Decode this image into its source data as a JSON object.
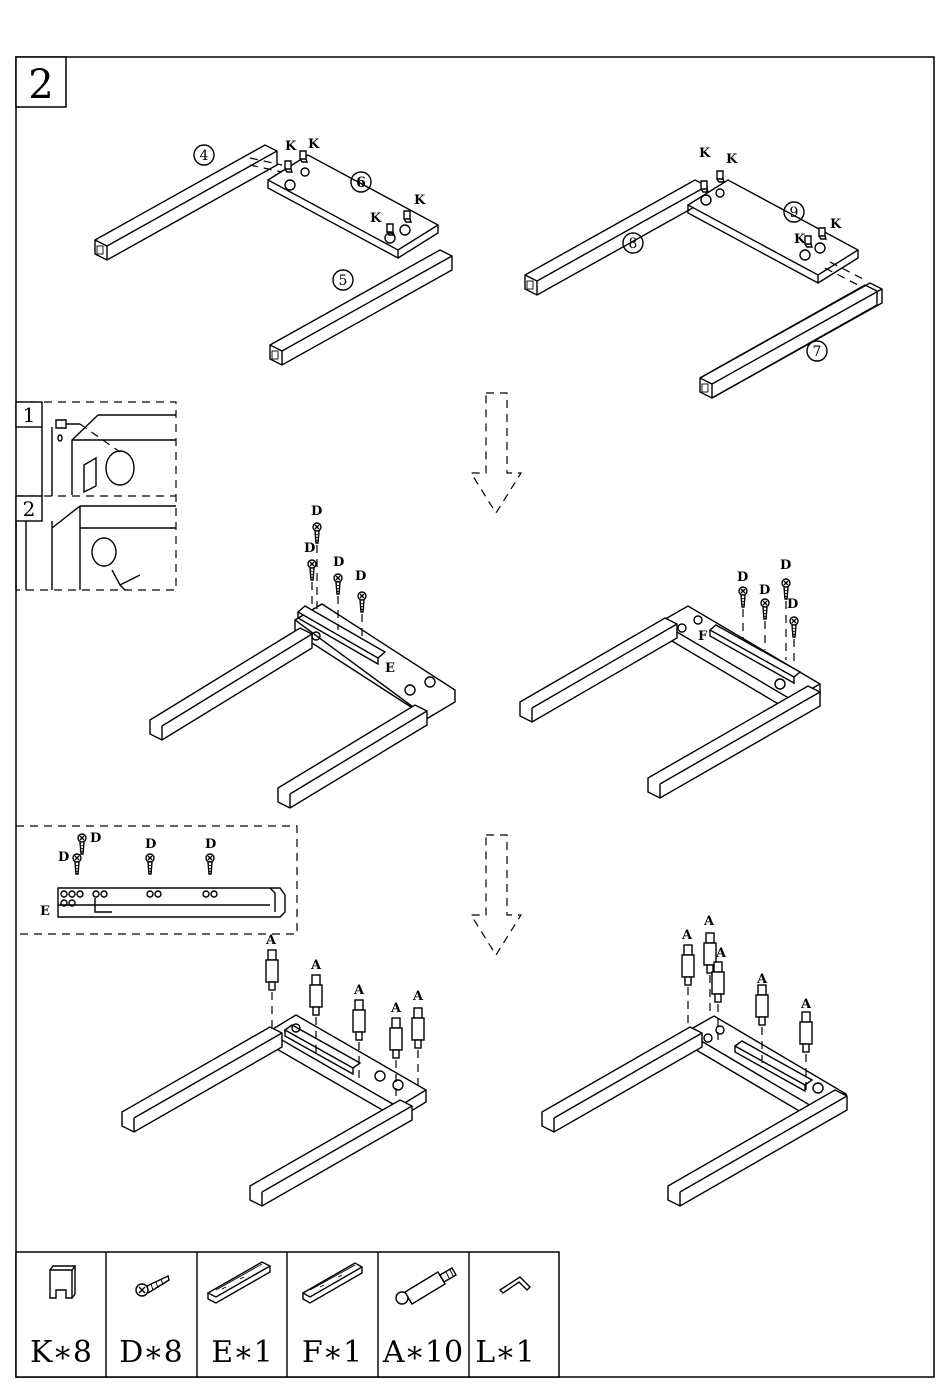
{
  "step_number": "2",
  "top_left": {
    "labels": [
      "K",
      "K",
      "K",
      "K"
    ],
    "parts": {
      "p4": "4",
      "p5": "5",
      "p6": "6"
    }
  },
  "top_right": {
    "labels": [
      "K",
      "K",
      "K",
      "K"
    ],
    "parts": {
      "p7": "7",
      "p8": "8",
      "p9": "9"
    }
  },
  "inset_1": {
    "step_a": "1",
    "step_b": "2"
  },
  "middle_left": {
    "screws": [
      "D",
      "D",
      "D",
      "D"
    ],
    "part": "E"
  },
  "middle_right": {
    "screws": [
      "D",
      "D",
      "D",
      "D"
    ],
    "part": "F"
  },
  "detail_inset": {
    "screws": [
      "D",
      "D",
      "D",
      "D"
    ],
    "part": "E"
  },
  "bottom_left": {
    "dowels": [
      "A",
      "A",
      "A",
      "A",
      "A"
    ]
  },
  "bottom_right": {
    "dowels": [
      "A",
      "A",
      "A",
      "A",
      "A"
    ]
  },
  "parts_list": [
    {
      "code": "K",
      "qty": "8",
      "text": "K∗8",
      "icon": "cam-lock-icon"
    },
    {
      "code": "D",
      "qty": "8",
      "text": "D∗8",
      "icon": "screw-icon"
    },
    {
      "code": "E",
      "qty": "1",
      "text": "E∗1",
      "icon": "drawer-slide-icon"
    },
    {
      "code": "F",
      "qty": "1",
      "text": "F∗1",
      "icon": "drawer-slide-icon"
    },
    {
      "code": "A",
      "qty": "10",
      "text": "A∗10",
      "icon": "dowel-bolt-icon"
    },
    {
      "code": "L",
      "qty": "1",
      "text": "L∗1",
      "icon": "allen-key-icon"
    }
  ]
}
